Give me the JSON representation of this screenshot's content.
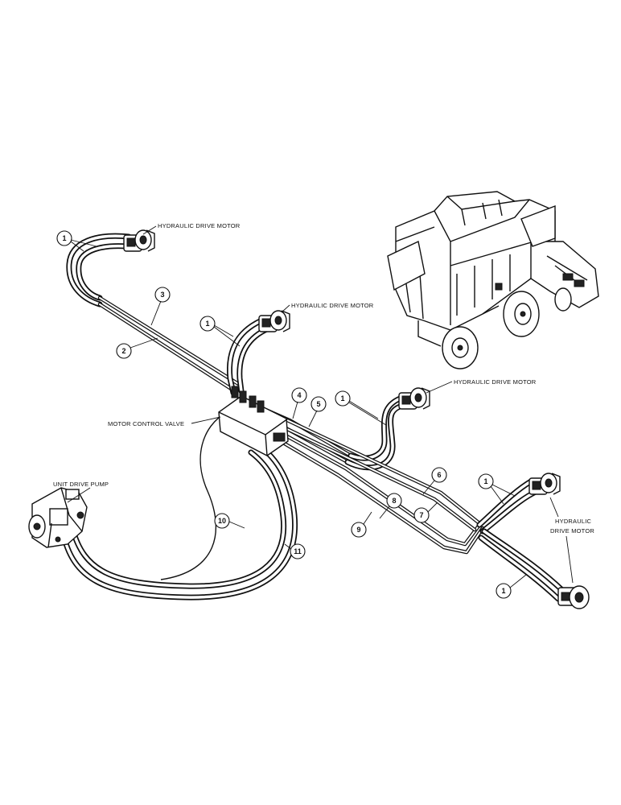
{
  "labels": {
    "motor_1": "HYDRAULIC DRIVE MOTOR",
    "motor_2": "HYDRAULIC DRIVE MOTOR",
    "motor_3": "HYDRAULIC DRIVE MOTOR",
    "motor_4_line1": "HYDRAULIC",
    "motor_4_line2": "DRIVE MOTOR",
    "control_valve": "MOTOR CONTROL VALVE",
    "pump": "UNIT DRIVE PUMP"
  },
  "callouts": {
    "c1a": "1",
    "c1b": "1",
    "c1c": "1",
    "c1d": "1",
    "c1e": "1",
    "c2": "2",
    "c3": "3",
    "c4": "4",
    "c5": "5",
    "c6": "6",
    "c7": "7",
    "c8": "8",
    "c9": "9",
    "c10": "10",
    "c11": "11"
  },
  "icons": {
    "vehicle": "baler-machine-icon",
    "pump": "hydraulic-pump-icon",
    "valve": "control-valve-icon",
    "motor": "hydraulic-motor-icon"
  }
}
